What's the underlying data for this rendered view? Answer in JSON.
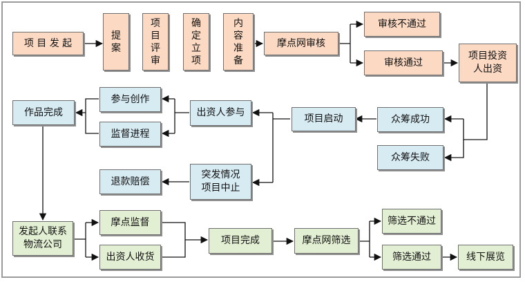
{
  "colors": {
    "peach": "#fbd9c3",
    "blue": "#d7ebf2",
    "green": "#e3efd3",
    "line": "#111111"
  },
  "nodes": {
    "start": "项 目 发 起",
    "proposal": "提案",
    "review": "项目评审",
    "confirm": "确定立项",
    "prepare": "内容准备",
    "platform_review": "摩点网审核",
    "review_fail": "审核不通过",
    "review_pass": "审核通过",
    "investor_fund": "项目投资人出资",
    "crowd_success": "众筹成功",
    "crowd_fail": "众筹失败",
    "project_start": "项目启动",
    "investor_join": "出资人参与",
    "emergency_stop": "突发情况项目中止",
    "participate": "参与创作",
    "supervise_progress": "监督进程",
    "work_done": "作品完成",
    "refund": "退款赔偿",
    "ship": "发起人联系物流公司",
    "platform_supervise": "摩点监督",
    "receive": "出资人收货",
    "project_complete": "项目完成",
    "platform_screen": "摩点网筛选",
    "screen_fail": "筛选不通过",
    "screen_pass": "筛选通过",
    "offline_show": "线下展览"
  }
}
